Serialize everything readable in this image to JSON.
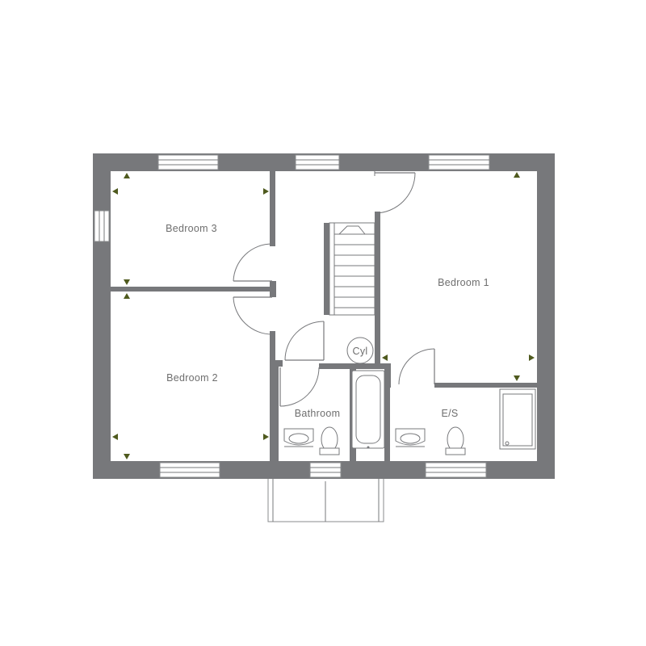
{
  "rooms": {
    "bedroom3": "Bedroom 3",
    "bedroom2": "Bedroom 2",
    "bedroom1": "Bedroom 1",
    "bathroom": "Bathroom",
    "ensuite": "E/S",
    "cylinder": "Cyl"
  },
  "colors": {
    "wall": "#77787b",
    "marker": "#4f5a1e",
    "label": "#6e6e6e"
  },
  "icons": [
    "window-icon",
    "door-swing-icon",
    "staircase-icon",
    "bath-icon",
    "basin-icon",
    "toilet-icon",
    "shower-tray-icon",
    "socket-marker-icon"
  ]
}
